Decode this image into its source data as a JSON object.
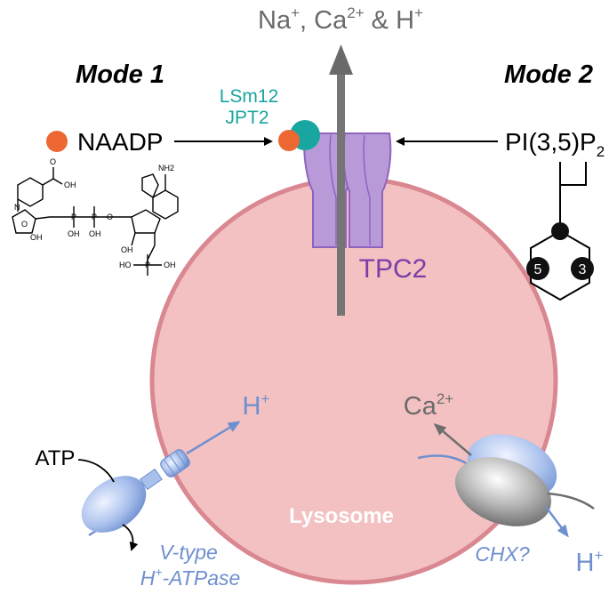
{
  "ions_top": {
    "na": "Na",
    "na_sup": "+",
    "sep": ", ",
    "ca": "Ca",
    "ca_sup": "2+",
    "amp": " & ",
    "h": "H",
    "h_sup": "+"
  },
  "mode1": {
    "label": "Mode 1"
  },
  "mode2": {
    "label": "Mode 2"
  },
  "binding_proteins": {
    "line1": "LSm12",
    "line2": "JPT2"
  },
  "naadp": {
    "label": "NAADP"
  },
  "pi35p2": {
    "prefix": "PI(3,5)P",
    "subscript": "2"
  },
  "inositol": {
    "pos5": "5",
    "pos3": "3"
  },
  "structure": {
    "oh_carboxyl": "OH",
    "o_carbonyl": "O",
    "nh2": "NH2",
    "n_pyridinium": "N",
    "o_ring": "O",
    "oh_sugar1": "OH",
    "p1": "P",
    "p2": "P",
    "o_link": "O",
    "oh_p1": "OH",
    "oh_p2": "OH",
    "oh_sugar2": "OH",
    "p3": "P",
    "ho_p3": "HO",
    "oh_p3": "OH"
  },
  "tpc2": {
    "label": "TPC2"
  },
  "lysosome": {
    "label": "Lysosome"
  },
  "vatpase": {
    "atp": "ATP",
    "h": "H",
    "h_sup": "+",
    "line1": "V-type",
    "line2_h": "H",
    "line2_sup": "+",
    "line2_rest": "-ATPase"
  },
  "chx": {
    "ca": "Ca",
    "ca_sup": "2+",
    "h": "H",
    "h_sup": "+",
    "label": "CHX?"
  },
  "colors": {
    "lysosome_fill": "#f3c1c1",
    "lysosome_stroke": "#d98790",
    "tpc2_fill": "#b99ad8",
    "tpc2_stroke": "#8e63be",
    "tpc2_text": "#7a3ea7",
    "teal": "#1aa6a0",
    "naadp_dot": "#ec6732",
    "blue_text": "#6f8fcf",
    "gray_text": "#6b6b6b"
  }
}
